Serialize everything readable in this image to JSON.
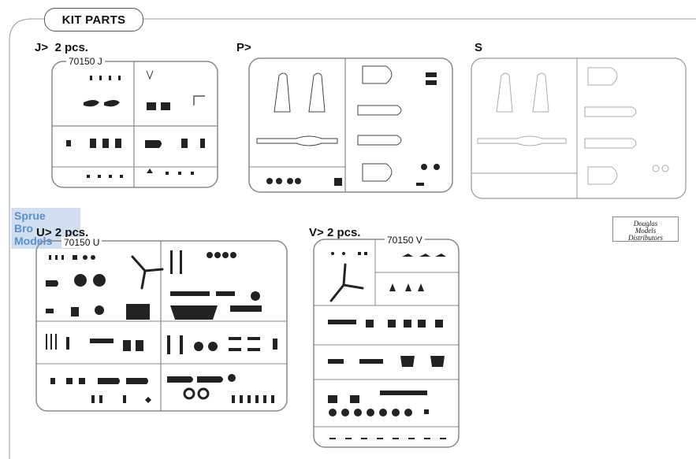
{
  "header": {
    "title": "KIT PARTS"
  },
  "sprues": {
    "j": {
      "label": "J>",
      "count": "2 pcs.",
      "code": "70150 J"
    },
    "p": {
      "label": "P>"
    },
    "s": {
      "label": "S"
    },
    "u": {
      "label": "U>",
      "count": "2 pcs.",
      "code": "70150 U"
    },
    "v": {
      "label": "V>",
      "count": "2 pcs.",
      "code": "70150 V"
    }
  },
  "distributor": {
    "line1": "Douglas",
    "line2": "Models",
    "line3": "Distributors"
  },
  "watermark": {
    "line1": "Sprue",
    "line2": "Bro",
    "line3": "Models"
  }
}
